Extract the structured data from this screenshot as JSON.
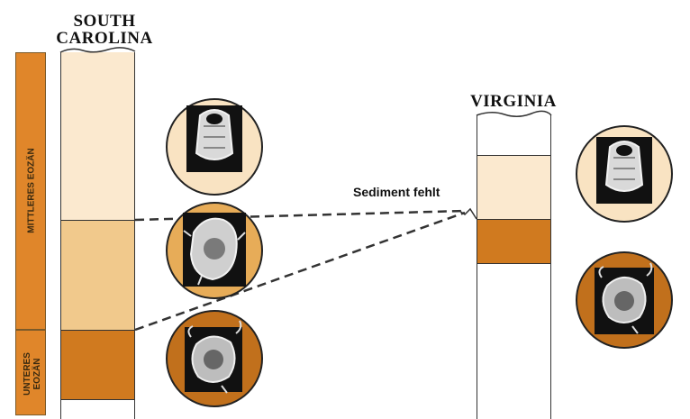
{
  "columns": {
    "south_carolina": {
      "title_line1": "SOUTH",
      "title_line2": "CAROLINA"
    },
    "virginia": {
      "title": "VIRGINIA"
    }
  },
  "era_labels": {
    "middle": "MITTLERES EOZÄN",
    "lower_line1": "UNTERES",
    "lower_line2": "EOZÄN"
  },
  "annotation": {
    "missing_sediment": "Sediment fehlt"
  },
  "colors": {
    "era_bar": "#e0862a",
    "layer_light": "#fbe9cf",
    "layer_medium": "#f1c98c",
    "layer_dark": "#d07a1f",
    "circle_light": "#f9e3c2",
    "circle_medium": "#e7ac58",
    "circle_dark": "#c1701c",
    "dashed_line": "#333333"
  },
  "fossils": {
    "sc_upper": "radiolarian-fossil-upper",
    "sc_middle": "radiolarian-fossil-middle",
    "sc_lower": "radiolarian-fossil-lower",
    "va_upper": "radiolarian-fossil-upper",
    "va_lower": "radiolarian-fossil-lower"
  }
}
